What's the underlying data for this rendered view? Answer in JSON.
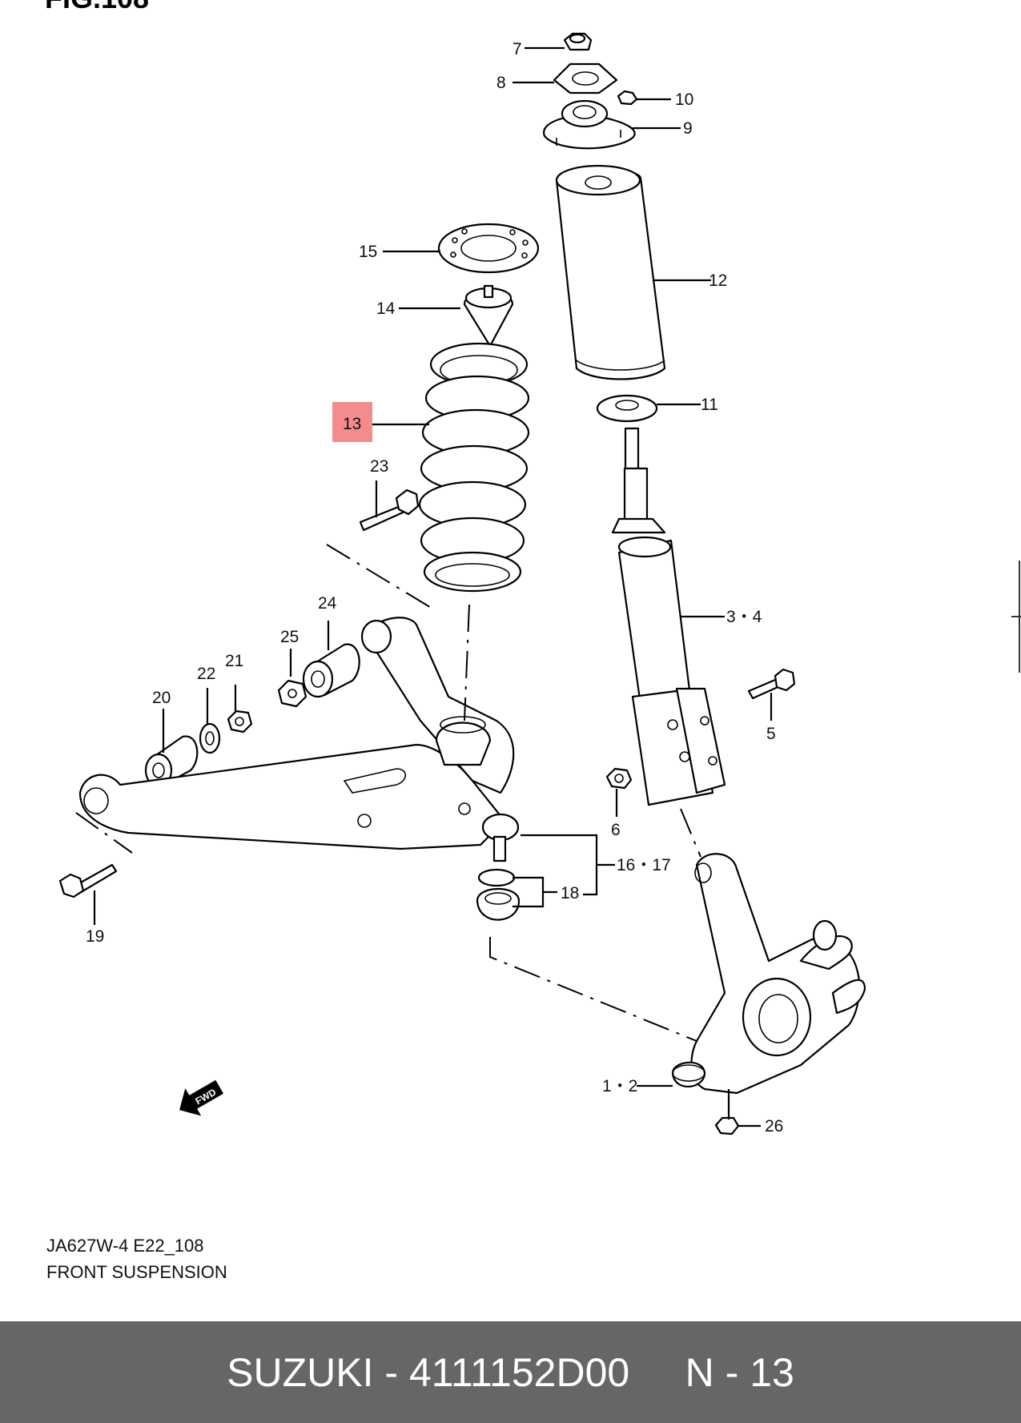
{
  "figure": {
    "title": "FIG.108",
    "caption_code": "JA627W-4 E22_108",
    "caption_name": "FRONT SUSPENSION"
  },
  "callouts": {
    "c7": "7",
    "c8": "8",
    "c10": "10",
    "c9": "9",
    "c12": "12",
    "c15": "15",
    "c14": "14",
    "c11": "11",
    "c13": "13",
    "c23": "23",
    "c34": "3・4",
    "c24": "24",
    "c25": "25",
    "c22": "22",
    "c21": "21",
    "c20": "20",
    "c5": "5",
    "c6": "6",
    "c1617": "16・17",
    "c18": "18",
    "c19": "19",
    "c12b": "1・2",
    "c26": "26"
  },
  "fwd_label": "FWD",
  "highlight_color": "#f58c8c",
  "footer": {
    "brand": "SUZUKI",
    "separator": " - ",
    "part_number": "4111152D00",
    "ref": "N - 13",
    "background": "#666666"
  }
}
